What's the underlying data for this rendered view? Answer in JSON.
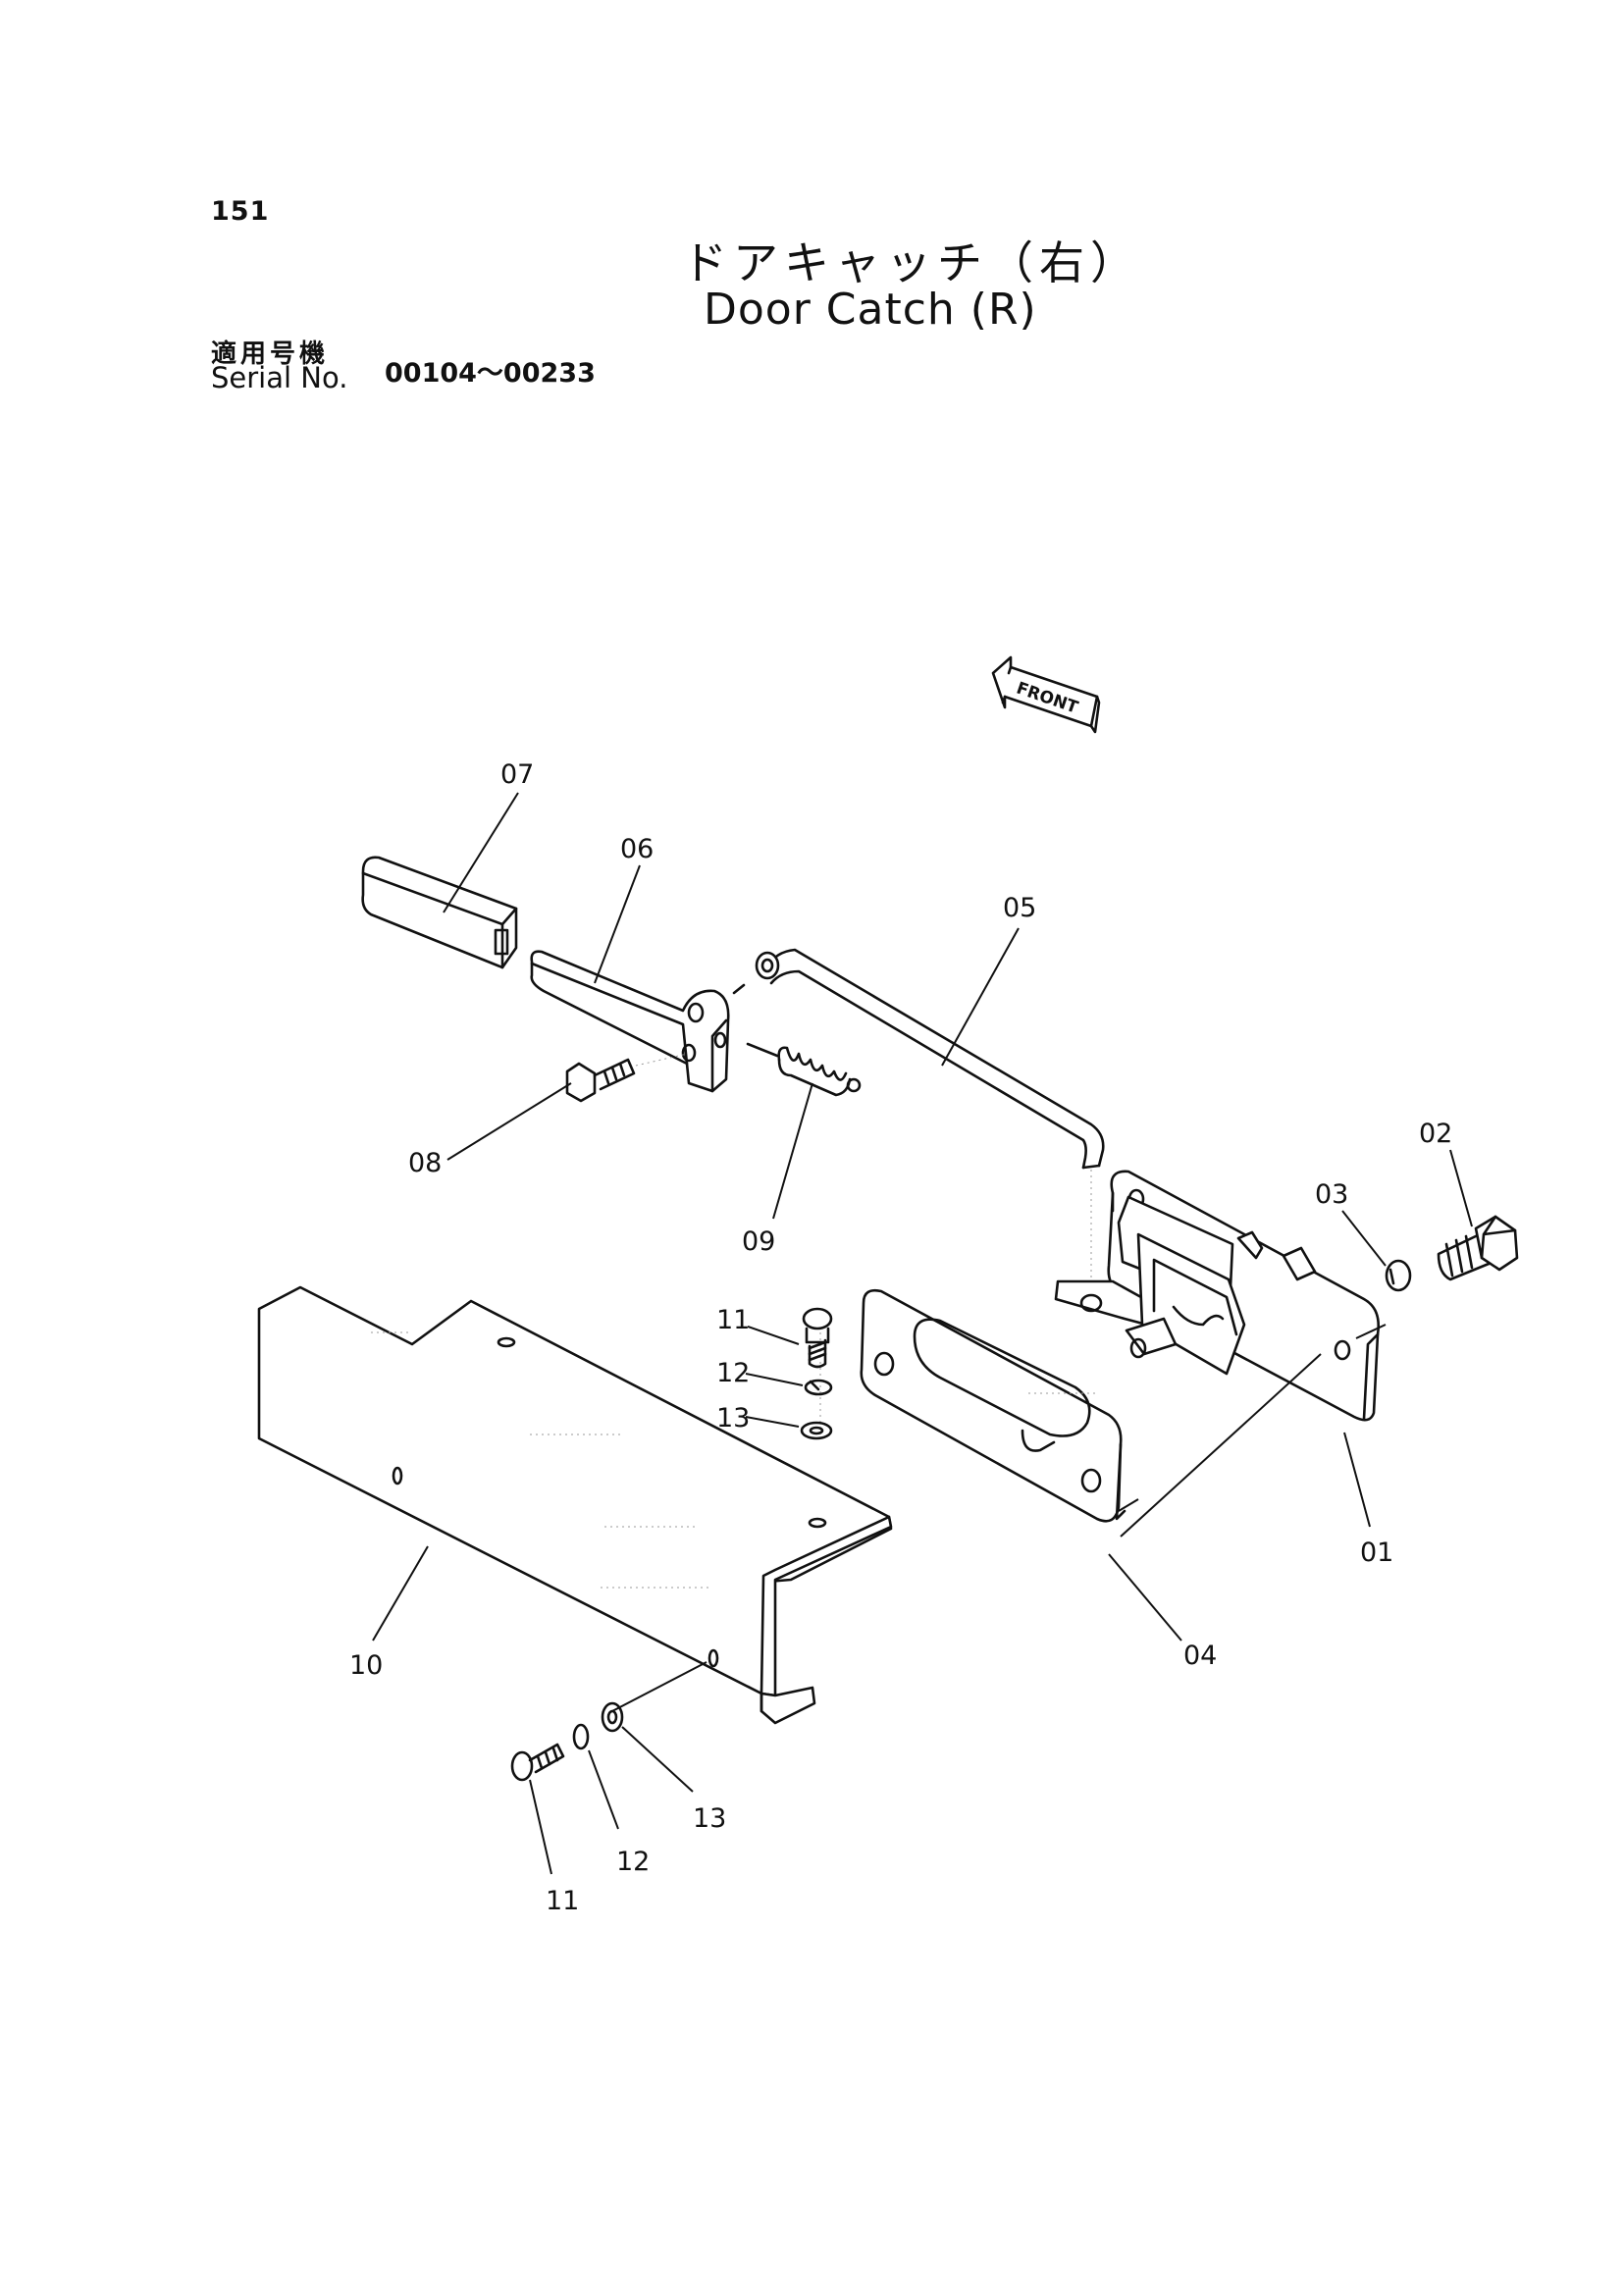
{
  "page_number": "151",
  "title": {
    "japanese": "ドアキャッチ（右）",
    "english": "Door Catch (R)"
  },
  "serial": {
    "label_japanese": "適用号機",
    "label_english": "Serial No.",
    "range": "00104～00233"
  },
  "front_indicator": "FRONT",
  "callouts": [
    {
      "id": "01",
      "label": "01"
    },
    {
      "id": "02",
      "label": "02"
    },
    {
      "id": "03",
      "label": "03"
    },
    {
      "id": "04",
      "label": "04"
    },
    {
      "id": "05",
      "label": "05"
    },
    {
      "id": "06",
      "label": "06"
    },
    {
      "id": "07",
      "label": "07"
    },
    {
      "id": "08",
      "label": "08"
    },
    {
      "id": "09",
      "label": "09"
    },
    {
      "id": "10",
      "label": "10"
    },
    {
      "id": "11a",
      "label": "11"
    },
    {
      "id": "12a",
      "label": "12"
    },
    {
      "id": "13a",
      "label": "13"
    },
    {
      "id": "11b",
      "label": "11"
    },
    {
      "id": "12b",
      "label": "12"
    },
    {
      "id": "13b",
      "label": "13"
    }
  ]
}
